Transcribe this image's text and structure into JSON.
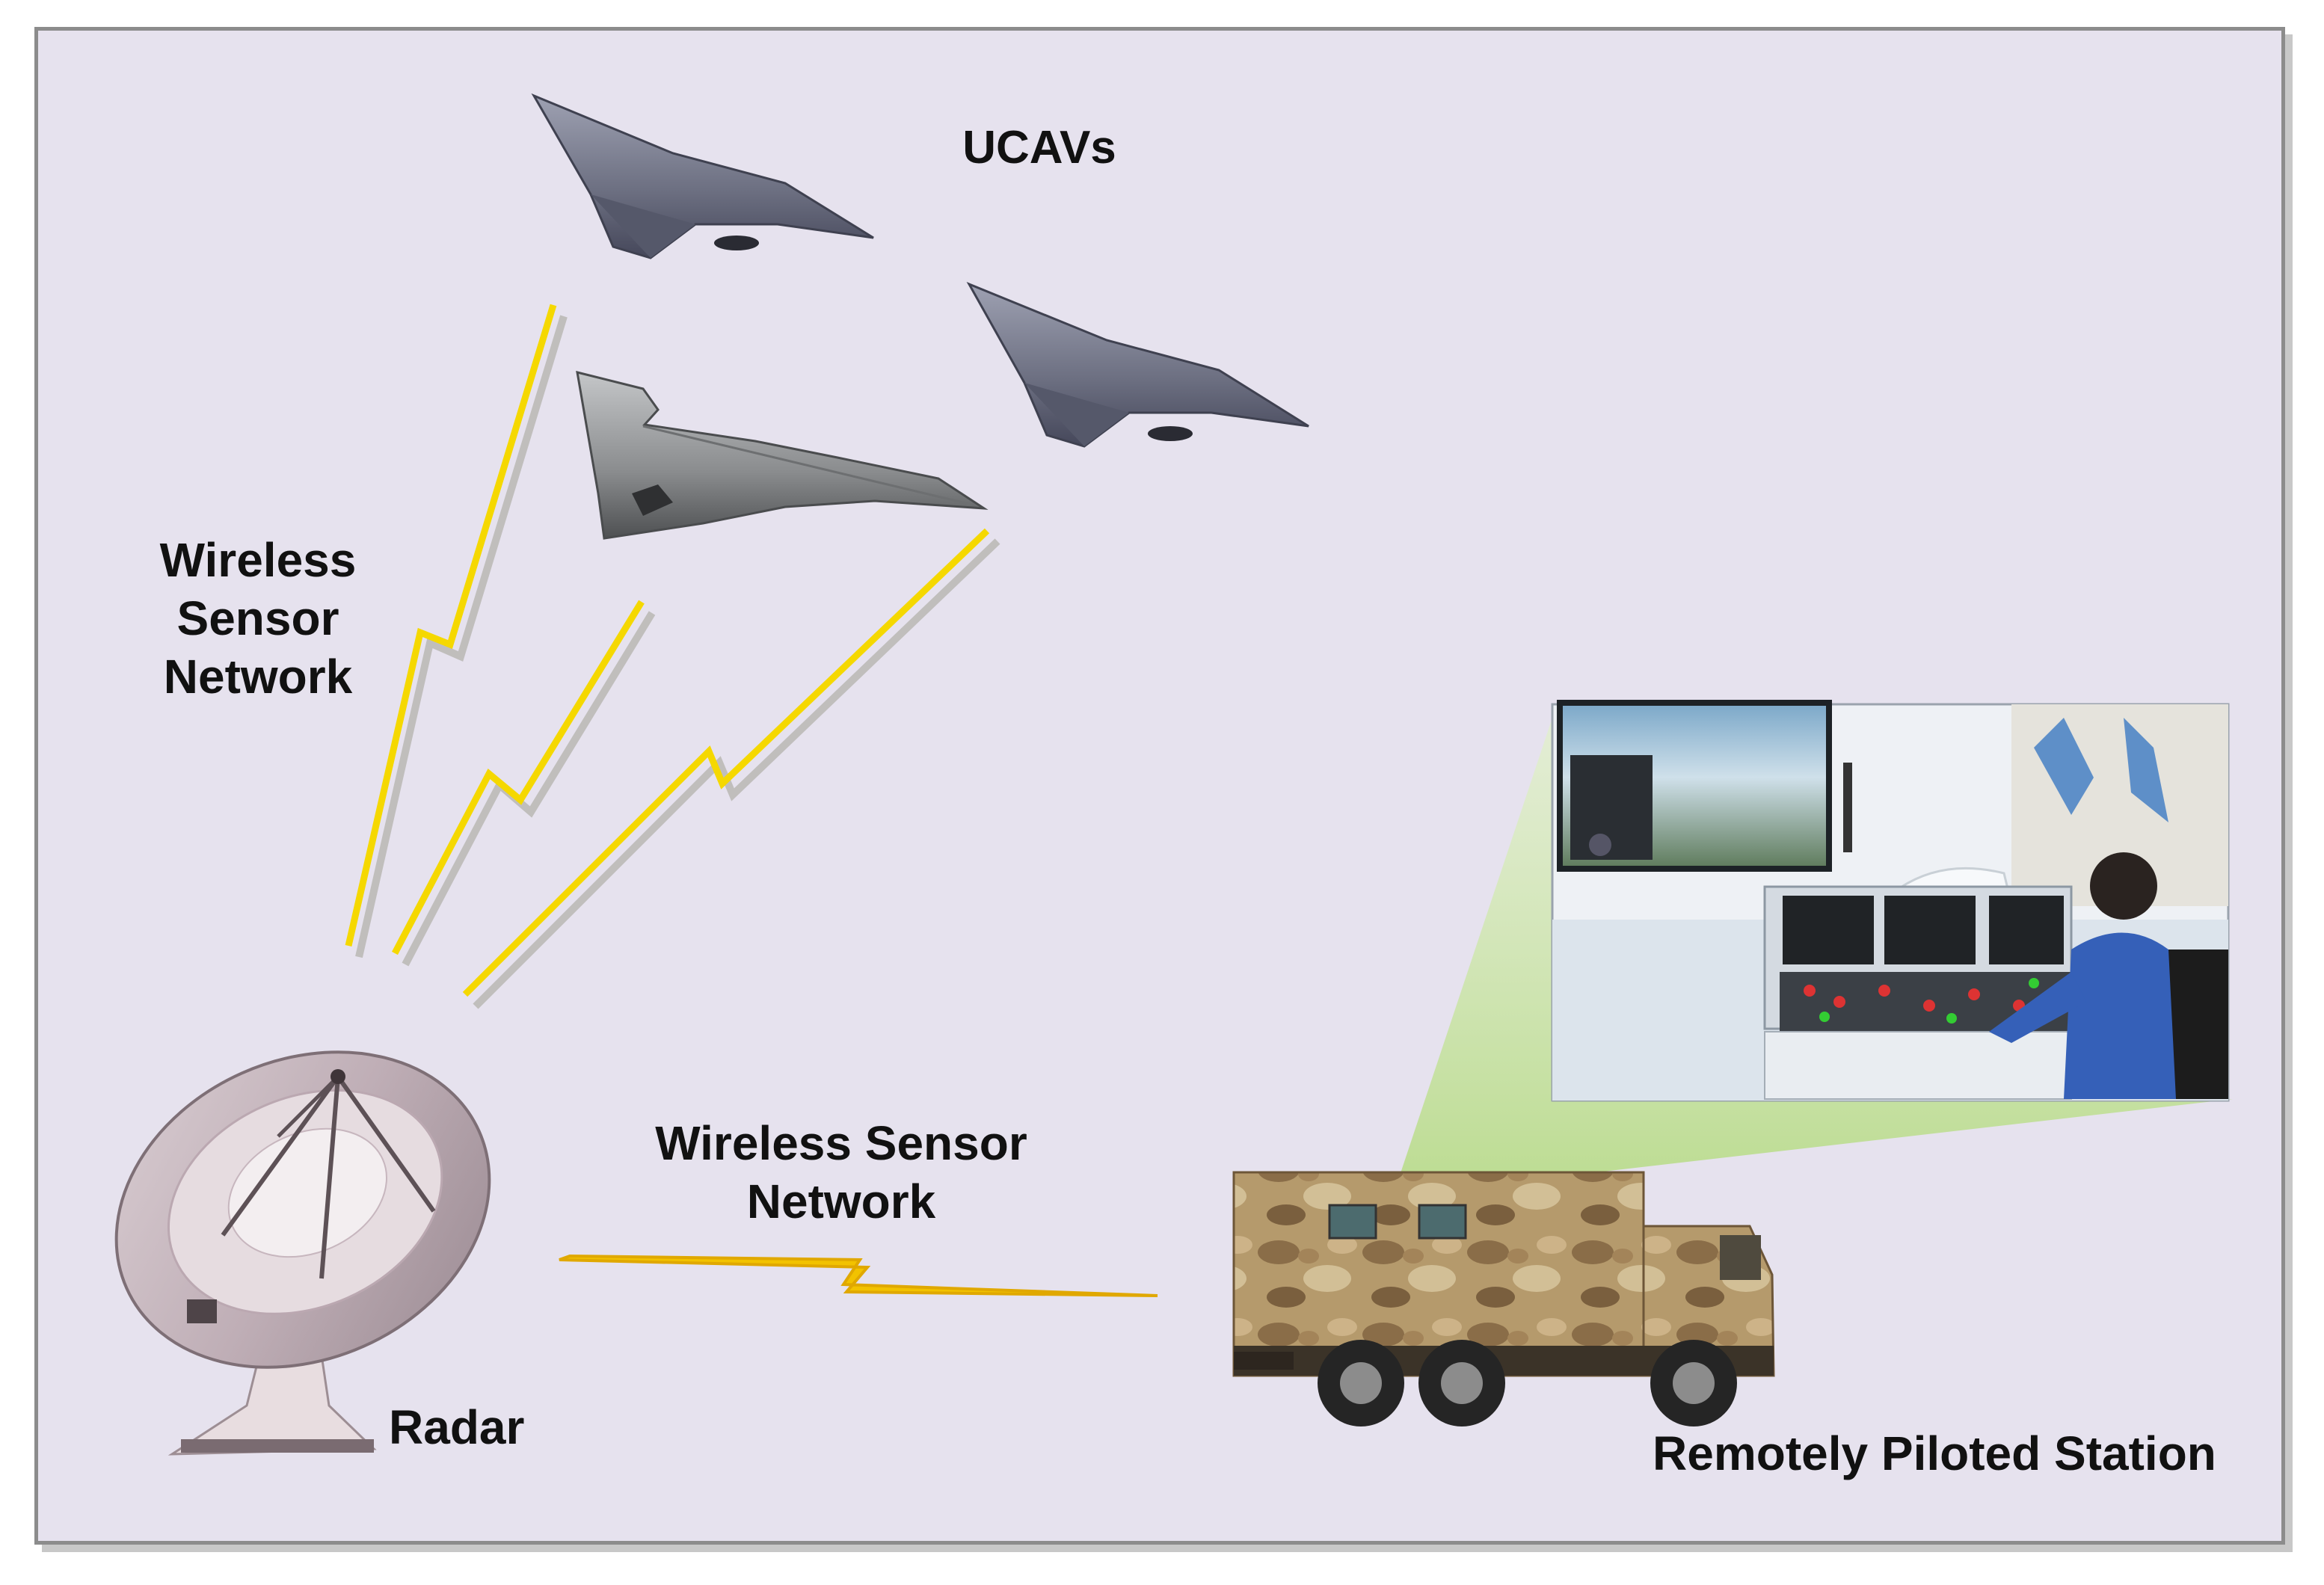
{
  "colors": {
    "background": "#e6e2ee",
    "border": "#8c8c8c",
    "bolt": "#f5d800",
    "bolt_shadow": "#9a9a8a",
    "ucav_body": "#6e7182",
    "camo": "#b59a6c"
  },
  "labels": {
    "ucavs": "UCAVs",
    "wsn_left": "Wireless\nSensor\nNetwork",
    "wsn_bottom": "Wireless Sensor\nNetwork",
    "radar": "Radar",
    "station": "Remotely Piloted Station"
  },
  "icons": [
    "ucav-drone-icon",
    "radar-dish-icon",
    "military-truck-icon",
    "control-room-icon",
    "lightning-bolt-icon"
  ]
}
